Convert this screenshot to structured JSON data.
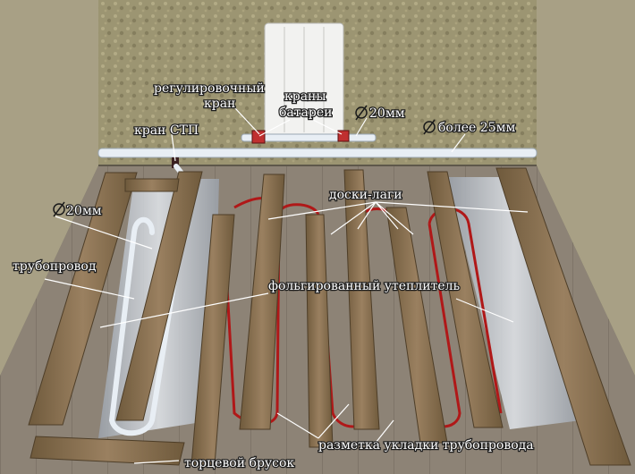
{
  "labels": {
    "reg_valve_line1": "регулировочный",
    "reg_valve_line2": "кран",
    "battery_valves_line1": "краны",
    "battery_valves_line2": "батареи",
    "diam_supply": "20мм",
    "diam_main": "более 25мм",
    "stp_valve": "кран СТП",
    "joists": "доски-лаги",
    "diam_pipe": "20мм",
    "pipeline": "трубопровод",
    "foil_insulation": "фольгированный утеплитель",
    "pipe_layout_marking": "разметка  укладки трубопровода",
    "end_bar": "торцевой брусок"
  },
  "diameter_symbol": "⌀",
  "colors": {
    "wall": "#9c9572",
    "floor": "#8d8376",
    "wood": "#8a7250",
    "foil": "#c2c6cc",
    "red_marking": "#b01818",
    "pipe": "#e8eef4",
    "radiator": "#f2f2f0"
  }
}
